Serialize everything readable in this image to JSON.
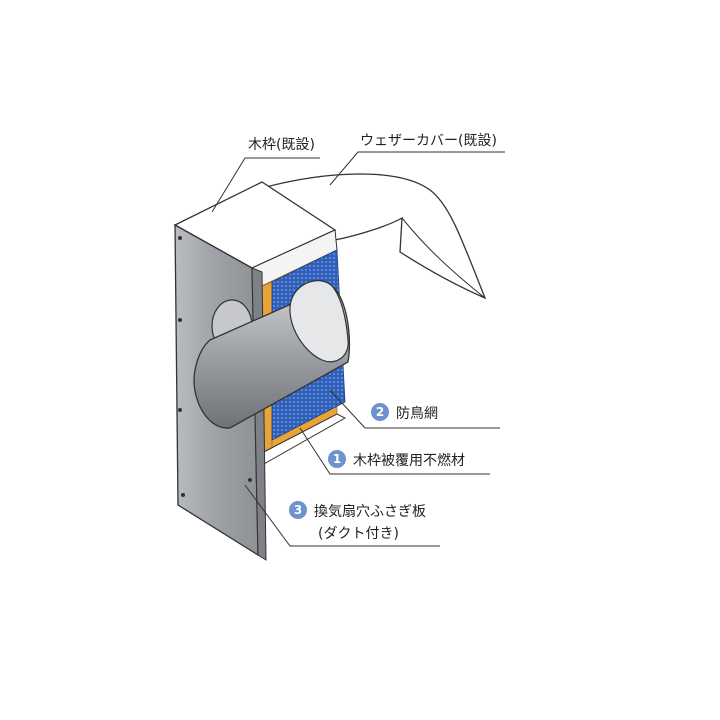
{
  "labels": {
    "wood_frame": "木枠(既設)",
    "weather_cover": "ウェザーカバー(既設)",
    "bird_net": "防鳥網",
    "fireproof": "木枠被覆用不燃材",
    "plate_line1": "換気扇穴ふさぎ板",
    "plate_line2": "(ダクト付き)"
  },
  "badges": {
    "bird_net": "2",
    "fireproof": "1",
    "plate": "3"
  },
  "colors": {
    "plate": "#a6a9ad",
    "duct": "#9a9da1",
    "insulation": "#e8a437",
    "net": "#3f6fc4",
    "badge": "#6c93cc",
    "line": "#333333"
  }
}
